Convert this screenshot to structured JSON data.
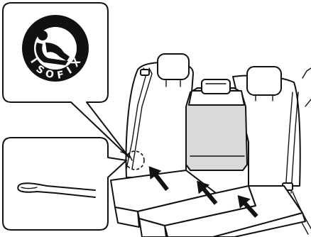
{
  "badge": {
    "letters": [
      "I",
      "S",
      "O",
      "F",
      "I",
      "X"
    ],
    "icon": "child-seat-icon",
    "fill": "#111111",
    "text_color": "#ffffff"
  },
  "callouts": {
    "top_panel": "isofix-symbol-callout",
    "bottom_panel": "anchor-bar-callout"
  },
  "seat": {
    "center_fill": "#d9d9d9",
    "arrow_icon": "push-arrow-icon"
  }
}
